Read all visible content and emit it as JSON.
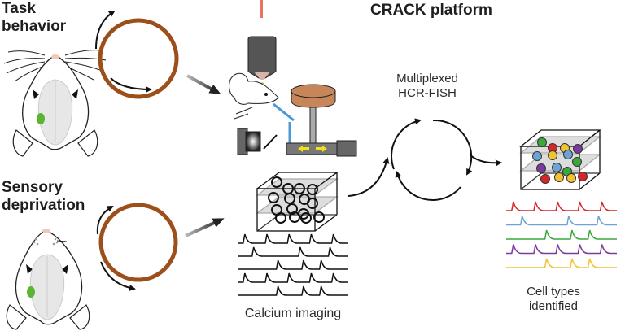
{
  "title": "CRACK platform",
  "conditions": [
    {
      "label_line1": "Task",
      "label_line2": "behavior"
    },
    {
      "label_line1": "Sensory",
      "label_line2": "deprivation"
    }
  ],
  "steps": {
    "calcium": "Calcium imaging",
    "hcr_line1": "Multiplexed",
    "hcr_line2": "HCR-FISH",
    "celltypes_line1": "Cell types",
    "celltypes_line2": "identified"
  },
  "colors": {
    "window_ring": "#9c4f1a",
    "brain_spot": "#5bb531",
    "laser": "#e8735a",
    "wheel": "#c7865a",
    "lick_spout": "#4a9ad6",
    "arrow_yellow": "#f2e01b",
    "trace_colors": [
      "#d7262b",
      "#6fa3d6",
      "#3aa93a",
      "#7b3a9c",
      "#f1c232"
    ]
  },
  "cell_type_traces": [
    {
      "name": "red",
      "spikes": [
        0.05,
        0.25,
        0.45,
        0.65,
        0.85
      ]
    },
    {
      "name": "blue",
      "spikes": [
        0.13,
        0.55,
        0.82
      ]
    },
    {
      "name": "green",
      "spikes": [
        0.35,
        0.58,
        0.74
      ]
    },
    {
      "name": "purple",
      "spikes": [
        0.05,
        0.25,
        0.45,
        0.65,
        0.85
      ]
    },
    {
      "name": "yellow",
      "spikes": [
        0.35,
        0.58,
        0.74
      ]
    }
  ],
  "calcium_traces": [
    {
      "spikes": [
        0.05,
        0.25,
        0.45,
        0.65,
        0.85
      ]
    },
    {
      "spikes": [
        0.13,
        0.55,
        0.82
      ]
    },
    {
      "spikes": [
        0.35,
        0.58,
        0.74
      ]
    },
    {
      "spikes": [
        0.05,
        0.25,
        0.45,
        0.65,
        0.85
      ]
    },
    {
      "spikes": [
        0.35,
        0.58,
        0.74
      ]
    }
  ]
}
